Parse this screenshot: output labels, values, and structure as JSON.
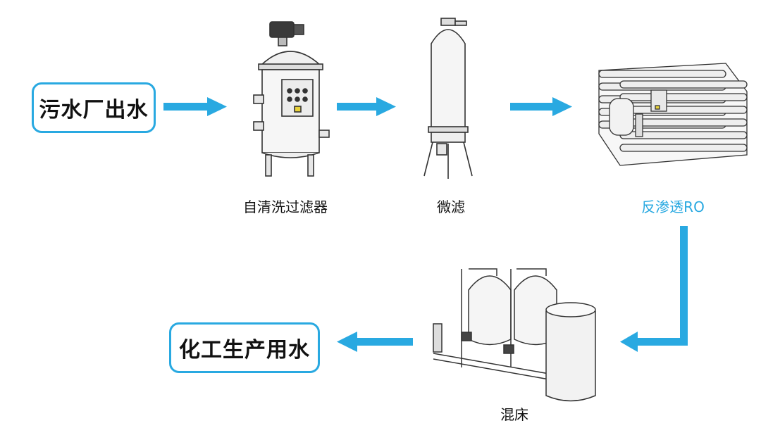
{
  "diagram": {
    "source_label": "污水厂出水",
    "target_label": "化工生产用水",
    "steps": [
      {
        "label": "自清洗过滤器",
        "icon": "self-cleaning-filter-icon"
      },
      {
        "label": "微滤",
        "icon": "microfilter-icon"
      },
      {
        "label": "反渗透RO",
        "icon": "reverse-osmosis-icon",
        "highlight": true
      },
      {
        "label": "混床",
        "icon": "mixed-bed-icon"
      }
    ],
    "colors": {
      "accent": "#29a9e1",
      "text": "#111111"
    }
  }
}
